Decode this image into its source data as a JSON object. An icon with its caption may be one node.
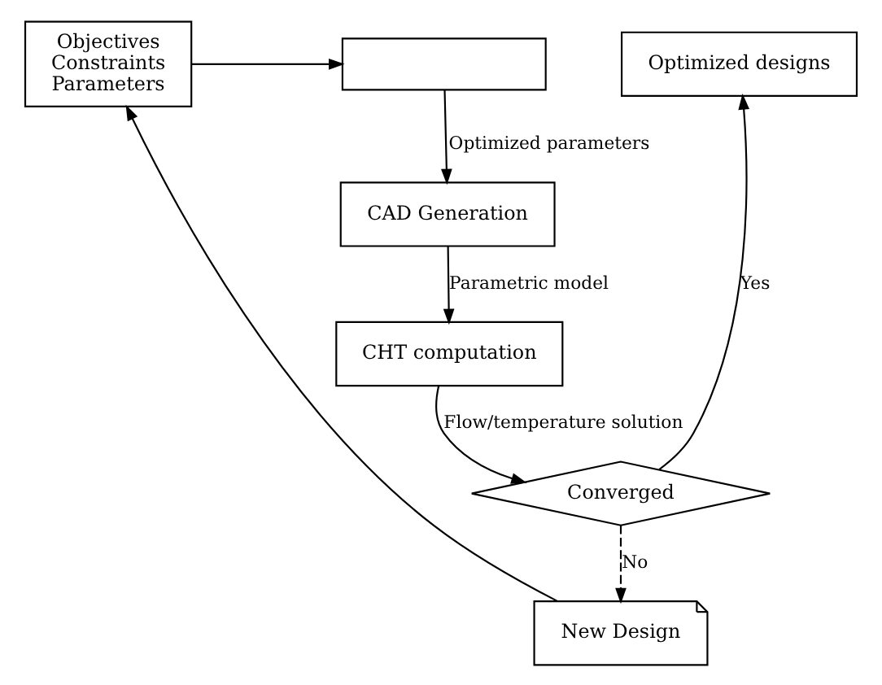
{
  "diagram": {
    "nodes": [
      {
        "text": [
          "Objectives Constraints Parameters"
        ]
      },
      {
        "text": [],
        "shape": "box"
      },
      {
        "text": [
          "Optimized designs"
        ]
      },
      {
        "text": [
          "CAD Generation"
        ]
      },
      {
        "text": [
          "CHT computation"
        ]
      },
      {
        "text": [
          "Converged"
        ]
      },
      {
        "text": [
          "New Design"
        ]
      }
    ],
    "edges": [
      {
        "from": 0,
        "to": 1,
        "arrow": "to"
      },
      {
        "from": 1,
        "to": 3,
        "arrow": "to",
        "label": "Optimized parameters"
      },
      {
        "from": 3,
        "to": 4,
        "arrow": "to",
        "label": "Parametric model"
      },
      {
        "from": 4,
        "to": 5,
        "arrow": "to",
        "label": "Flow/temperature solution"
      },
      {
        "from": 5,
        "to": 2,
        "arrow": "to",
        "label": "Yes"
      },
      {
        "from": 5,
        "to": 6,
        "arrow": "to",
        "label": "No",
        "style": "dashed"
      },
      {
        "from": 6,
        "to": 0,
        "arrow": "to"
      }
    ]
  }
}
